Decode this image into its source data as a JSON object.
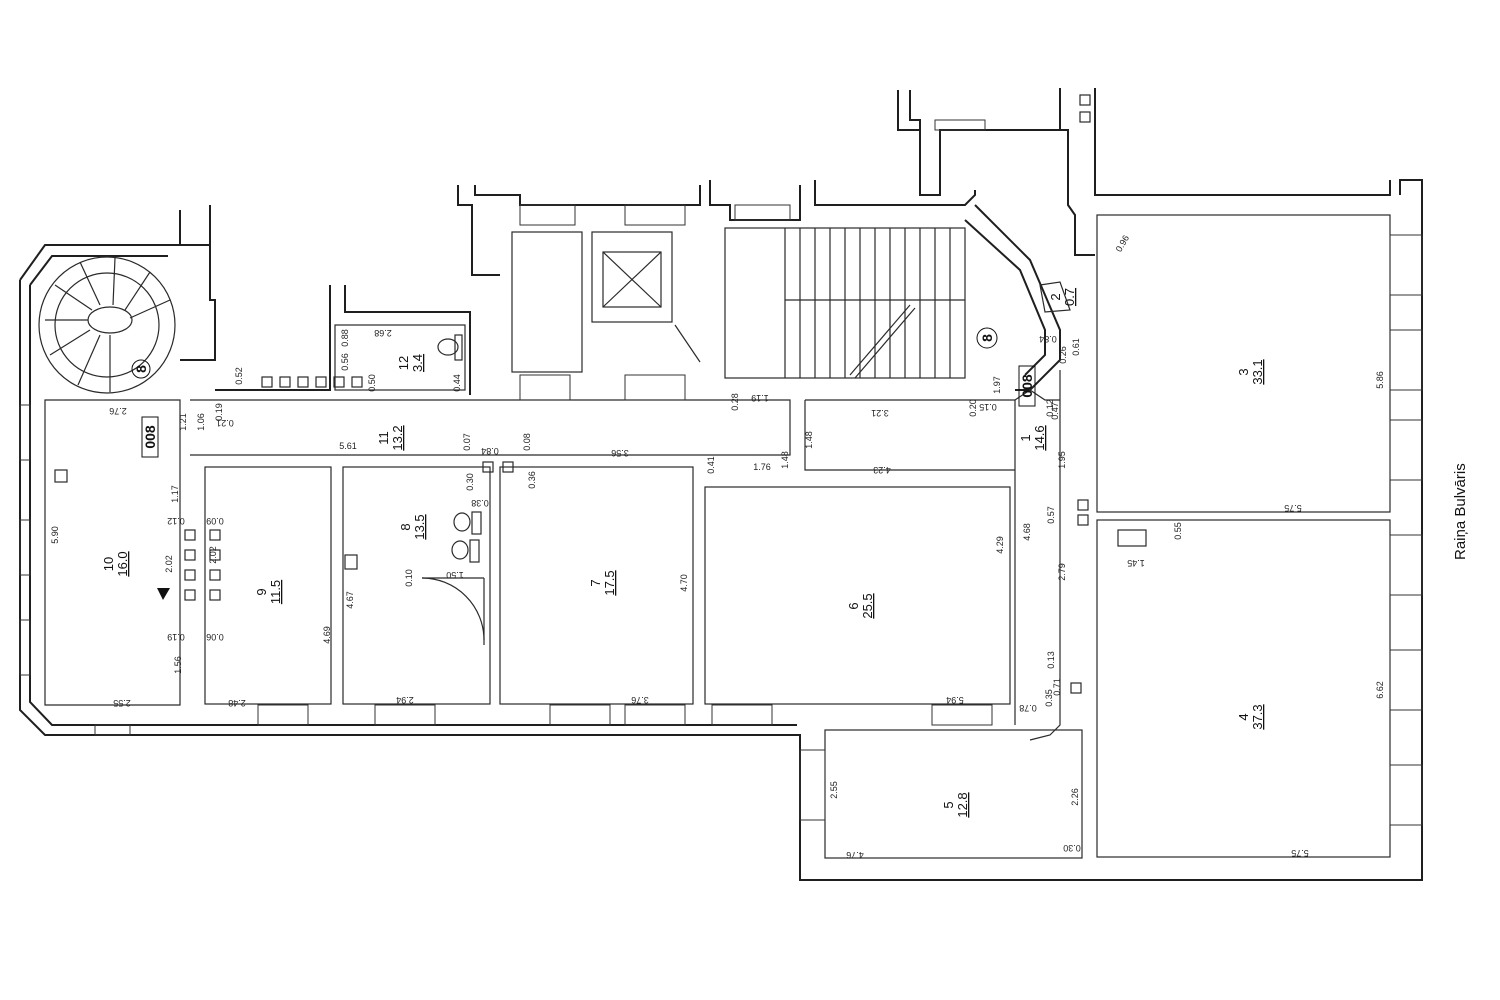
{
  "street_label": "Raiņa Bulvāris",
  "rooms": [
    {
      "id": "1",
      "number": "1",
      "area": "14.6"
    },
    {
      "id": "2",
      "number": "2",
      "area": "0.7"
    },
    {
      "id": "3",
      "number": "3",
      "area": "33.1"
    },
    {
      "id": "4",
      "number": "4",
      "area": "37.3"
    },
    {
      "id": "5",
      "number": "5",
      "area": "12.8"
    },
    {
      "id": "6",
      "number": "6",
      "area": "25.5"
    },
    {
      "id": "7",
      "number": "7",
      "area": "17.5"
    },
    {
      "id": "8",
      "number": "8",
      "area": "13.5"
    },
    {
      "id": "9",
      "number": "9",
      "area": "11.5"
    },
    {
      "id": "10",
      "number": "10",
      "area": "16.0"
    },
    {
      "id": "11",
      "number": "11",
      "area": "13.2"
    },
    {
      "id": "12",
      "number": "12",
      "area": "3.4"
    }
  ],
  "height_tags": [
    "008",
    "008"
  ],
  "staircase_marks": [
    "8",
    "8"
  ],
  "dimensions": [
    "2.76",
    "1.21",
    "1.06",
    "0.19",
    "0.21",
    "0.52",
    "0.50",
    "0.88",
    "0.56",
    "2.68",
    "0.44",
    "0.28",
    "1.19",
    "5.61",
    "0.07",
    "0.84",
    "0.08",
    "3.56",
    "0.41",
    "1.76",
    "1.48",
    "1.48",
    "3.21",
    "4.23",
    "0.20",
    "0.15",
    "1.97",
    "0.30",
    "0.38",
    "0.36",
    "0.12",
    "1.17",
    "0.09",
    "2.02",
    "2.02",
    "0.19",
    "0.06",
    "1.56",
    "2.55",
    "2.48",
    "4.69",
    "4.67",
    "0.10",
    "1.50",
    "2.94",
    "4.70",
    "3.76",
    "4.29",
    "4.68",
    "5.94",
    "5.90",
    "0.47",
    "0.26",
    "0.61",
    "0.84",
    "0.12",
    "1.95",
    "0.57",
    "2.79",
    "0.13",
    "0.71",
    "0.35",
    "0.78",
    "0.96",
    "5.86",
    "5.75",
    "0.55",
    "1.45",
    "6.62",
    "5.75",
    "2.55",
    "2.26",
    "4.76",
    "0.30"
  ]
}
